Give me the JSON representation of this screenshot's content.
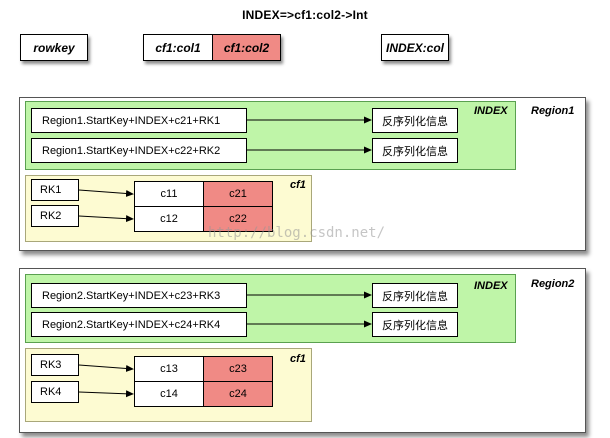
{
  "title": "INDEX=>cf1:col2->Int",
  "legend": {
    "rowkey": "rowkey",
    "cf1_col1": "cf1:col1",
    "cf1_col2": "cf1:col2",
    "index_col": "INDEX:col"
  },
  "regions": [
    {
      "label": "Region1",
      "index_label": "INDEX",
      "index_rows": [
        {
          "key": "Region1.StartKey+INDEX+c21+RK1",
          "info": "反序列化信息"
        },
        {
          "key": "Region1.StartKey+INDEX+c22+RK2",
          "info": "反序列化信息"
        }
      ],
      "cf_label": "cf1",
      "cf_rows": [
        {
          "rk": "RK1",
          "col1": "c11",
          "col2": "c21"
        },
        {
          "rk": "RK2",
          "col1": "c12",
          "col2": "c22"
        }
      ]
    },
    {
      "label": "Region2",
      "index_label": "INDEX",
      "index_rows": [
        {
          "key": "Region2.StartKey+INDEX+c23+RK3",
          "info": "反序列化信息"
        },
        {
          "key": "Region2.StartKey+INDEX+c24+RK4",
          "info": "反序列化信息"
        }
      ],
      "cf_label": "cf1",
      "cf_rows": [
        {
          "rk": "RK3",
          "col1": "c13",
          "col2": "c23"
        },
        {
          "rk": "RK4",
          "col1": "c14",
          "col2": "c24"
        }
      ]
    }
  ],
  "watermark": "http://blog.csdn.net/",
  "colors": {
    "index_panel": "#bff5a8",
    "cf_panel": "#fdfbd2",
    "col2_fill": "#f08a85"
  }
}
